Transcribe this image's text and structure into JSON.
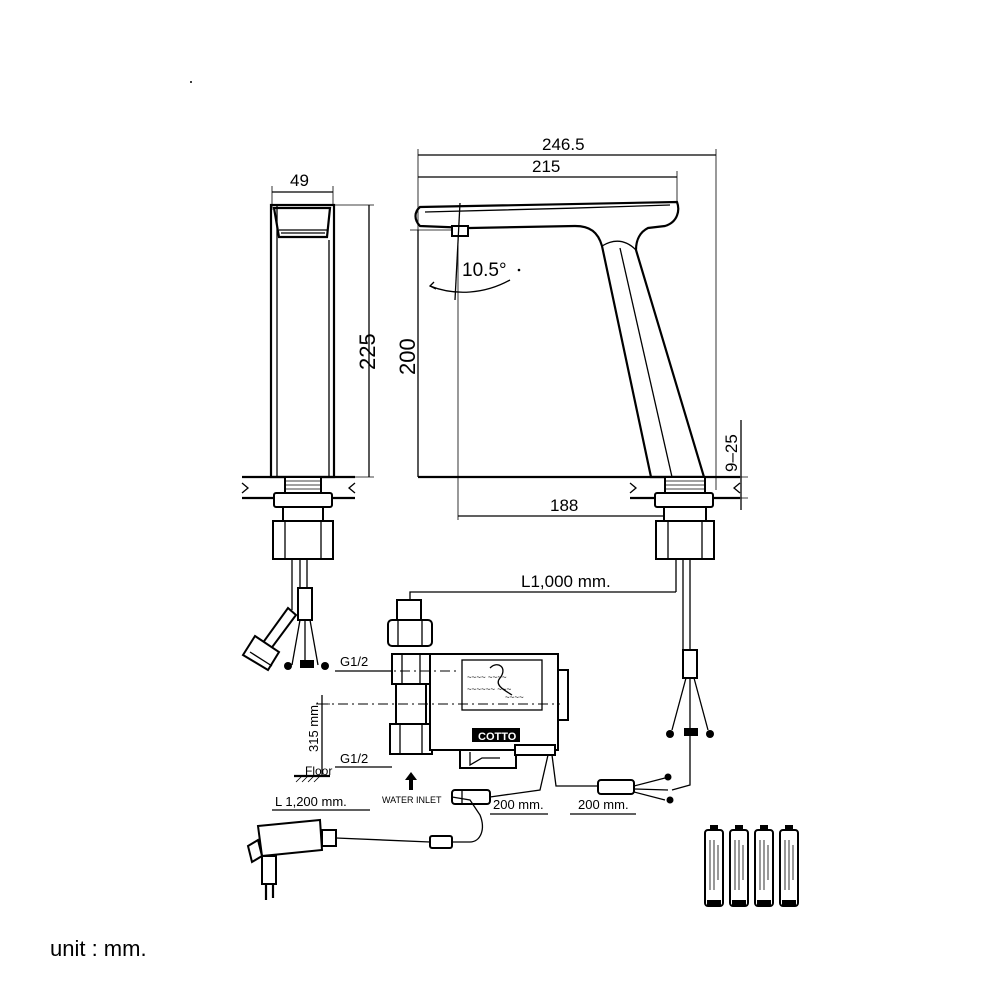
{
  "dimensions": {
    "total_length": "246.5",
    "spout_length": "215",
    "side_width": "49",
    "side_height": "225",
    "front_height": "200",
    "angle": "10.5°",
    "reach": "188",
    "deck_thickness": "9–25"
  },
  "cables": {
    "sensor_cable": "L1,000 mm.",
    "adapter_cable": "L 1,200 mm.",
    "cable_a": "200 mm.",
    "cable_b": "200 mm.",
    "install_height": "315 mm."
  },
  "labels": {
    "thread_top": "G1/2",
    "thread_bottom": "G1/2",
    "floor": "Floor",
    "water_inlet": "WATER INLET",
    "brand": "COTTO"
  },
  "footer": {
    "unit": "unit : mm."
  }
}
